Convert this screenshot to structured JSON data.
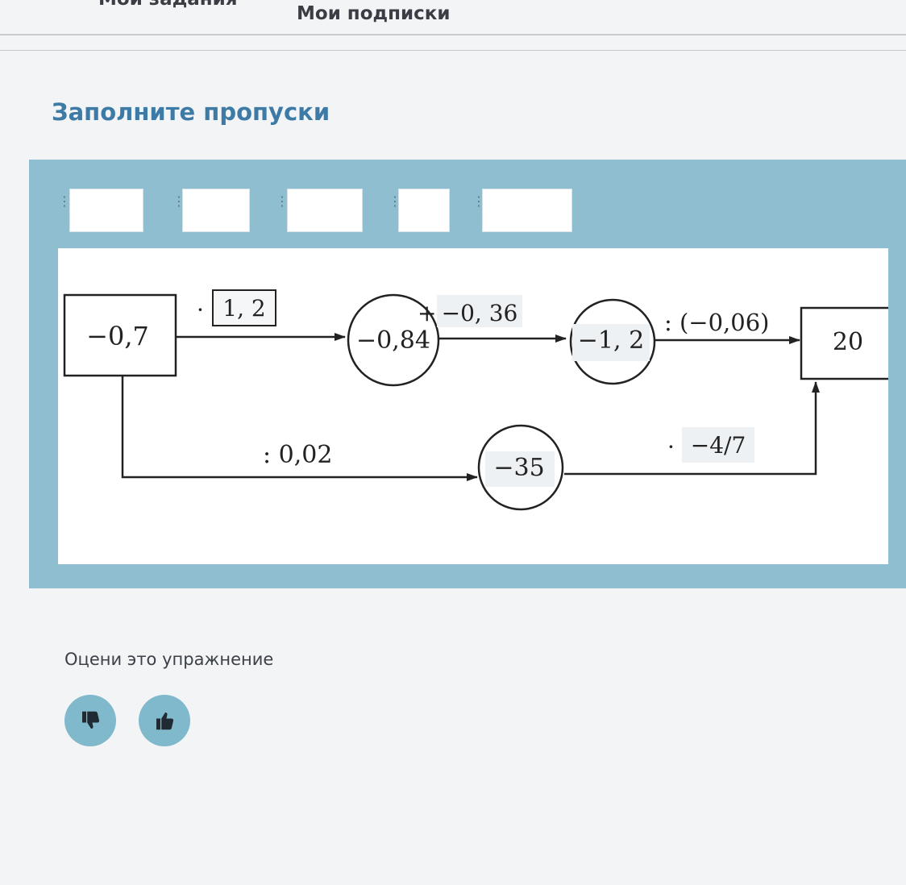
{
  "tabs": {
    "my_tasks": "Мои задания",
    "my_subscriptions": "Мои подписки"
  },
  "task": {
    "title": "Заполните пропуски"
  },
  "answers": {
    "slots": [
      "",
      "",
      "",
      "",
      ""
    ]
  },
  "diagram": {
    "nodes": {
      "start": "−0,7",
      "step1": "−0,84",
      "step2": "−1, 2",
      "finish": "20",
      "lower": "−35"
    },
    "operations": {
      "op1_sign": "·",
      "op1_value": "1, 2",
      "op2_sign": "+",
      "op2_value": "−0, 36",
      "op3": ": (−0,06)",
      "op4": ": 0,02",
      "op5_sign": "·",
      "op5_value": "−4/7"
    }
  },
  "rating": {
    "title": "Оцени это упражнение",
    "dislike_icon": "thumbs-down-icon",
    "like_icon": "thumbs-up-icon"
  },
  "colors": {
    "accent": "#3d7ba6",
    "panel": "#8fbed0",
    "button": "#80b9cc"
  }
}
